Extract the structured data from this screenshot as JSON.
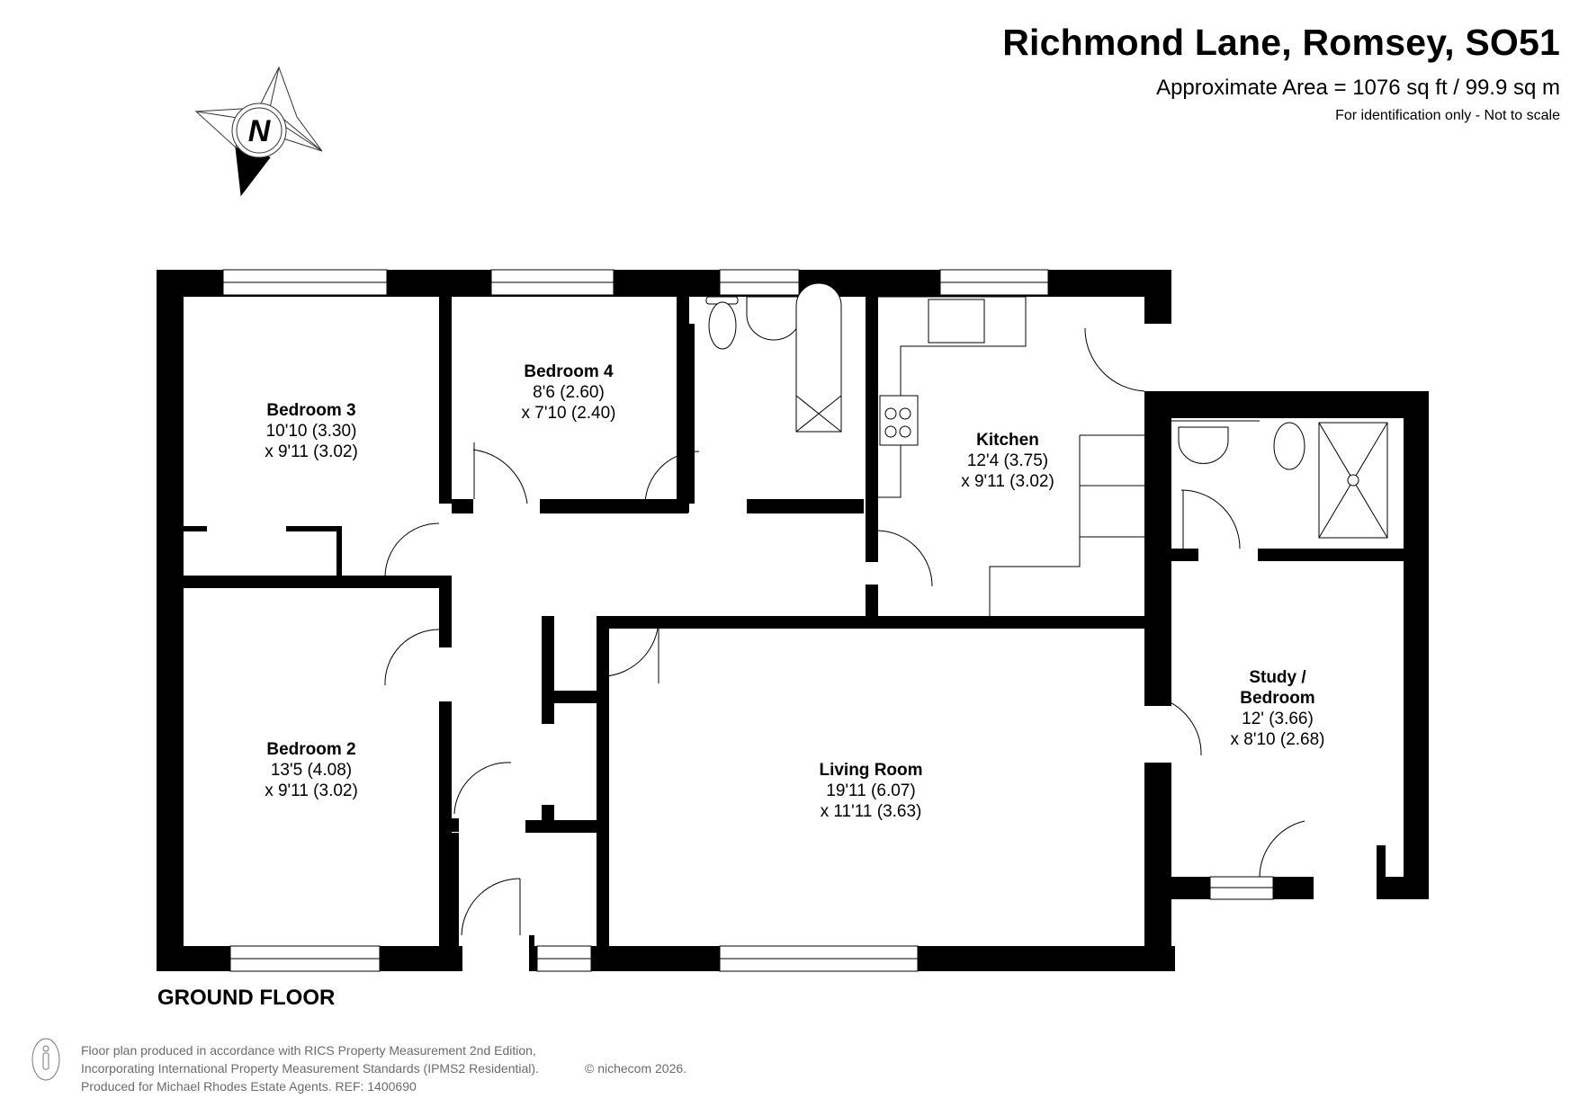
{
  "header": {
    "title": "Richmond Lane, Romsey, SO51",
    "area": "Approximate Area = 1076 sq ft / 99.9 sq m",
    "disclaimer": "For identification only - Not to scale"
  },
  "compass": {
    "label": "N",
    "icon": "compass-rose-icon"
  },
  "floor": {
    "label": "GROUND FLOOR"
  },
  "rooms": [
    {
      "name": "Bedroom 3",
      "dim1": "10'10 (3.30)",
      "dim2": "x 9'11 (3.02)"
    },
    {
      "name": "Bedroom 4",
      "dim1": "8'6 (2.60)",
      "dim2": "x 7'10 (2.40)"
    },
    {
      "name": "Kitchen",
      "dim1": "12'4 (3.75)",
      "dim2": "x 9'11 (3.02)"
    },
    {
      "name": "Study  /",
      "name2": "Bedroom",
      "dim1": "12' (3.66)",
      "dim2": "x 8'10 (2.68)"
    },
    {
      "name": "Bedroom 2",
      "dim1": "13'5 (4.08)",
      "dim2": "x 9'11 (3.02)"
    },
    {
      "name": "Living Room",
      "dim1": "19'11 (6.07)",
      "dim2": "x 11'11 (3.63)"
    }
  ],
  "footer": {
    "line1": "Floor plan produced in accordance with RICS Property Measurement 2nd Edition,",
    "line2": "Incorporating International Property Measurement Standards (IPMS2 Residential).",
    "line3": "Produced for Michael Rhodes Estate Agents.   REF: 1400690",
    "copyright": "© nichecom 2026."
  },
  "colors": {
    "wall": "#000000",
    "background": "#ffffff",
    "footer_text": "#6b6b6b"
  }
}
